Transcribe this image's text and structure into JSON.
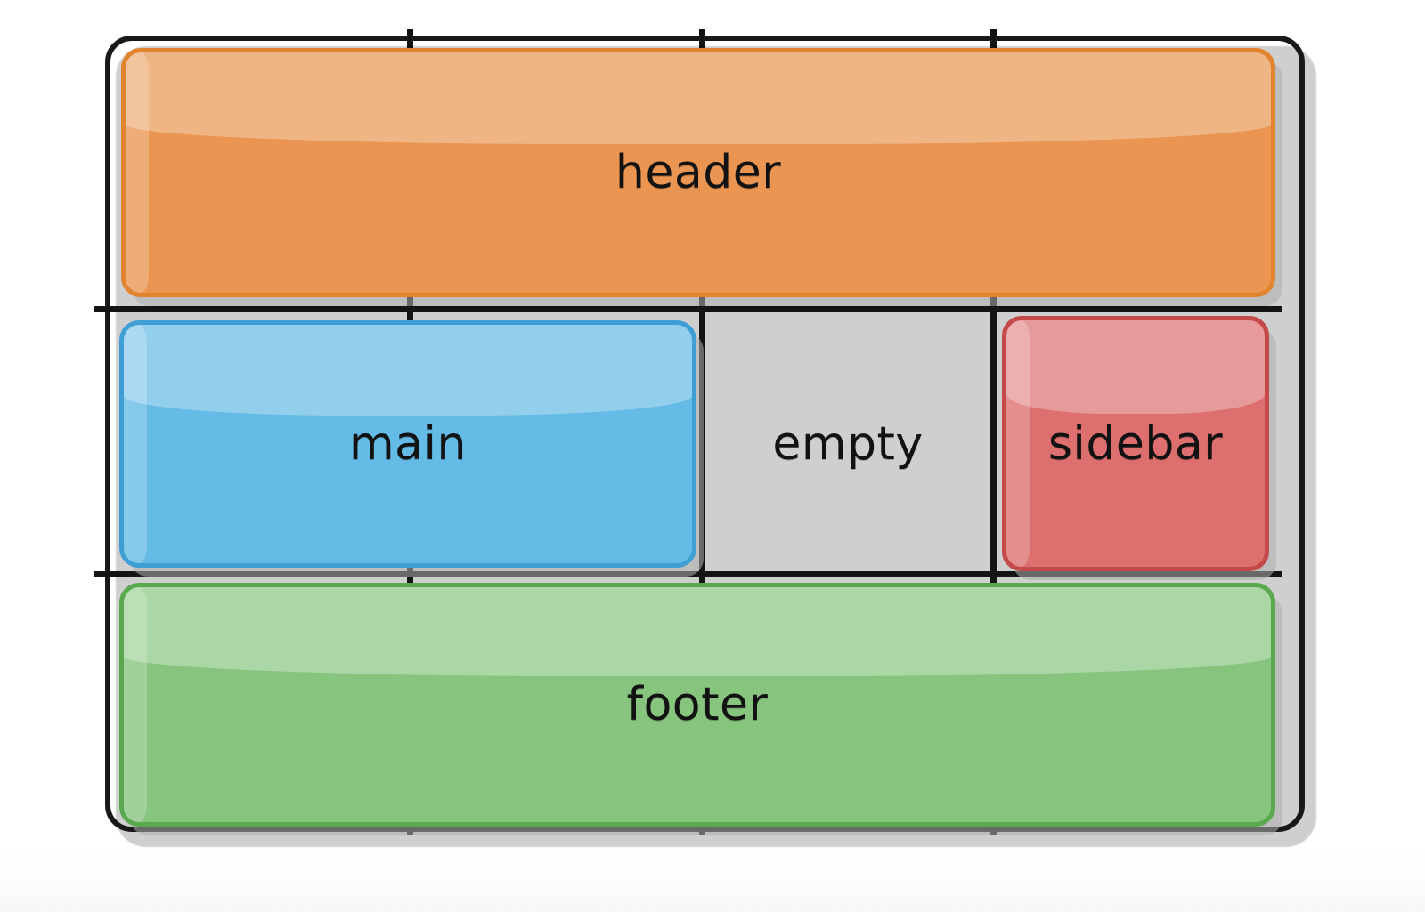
{
  "diagram": {
    "type": "css-grid-layout-sketch",
    "style": "hand-drawn",
    "background_color": "#ffffff",
    "frame": {
      "border_color": "#141414",
      "shadow_color": "#cfcfcf",
      "rows": 3,
      "columns": 4
    },
    "grid_lines": {
      "color": "#141414",
      "vertical_x": [
        460,
        788,
        1115
      ],
      "horizontal_y": [
        347,
        645
      ]
    },
    "areas": [
      {
        "id": "header",
        "label": "header",
        "fill": "#ea9551",
        "border": "#e2842f",
        "row": 1,
        "column_span": "1 / -1",
        "has_box": true
      },
      {
        "id": "main",
        "label": "main",
        "fill": "#64bbe5",
        "border": "#3f9fd4",
        "row": 2,
        "column_span": "1 / 3",
        "has_box": true
      },
      {
        "id": "empty",
        "label": "empty",
        "fill": "#ffffff",
        "border": "none",
        "row": 2,
        "column_span": "3 / 4",
        "has_box": false
      },
      {
        "id": "sidebar",
        "label": "sidebar",
        "fill": "#dd6f6f",
        "border": "#c44a4a",
        "row": 2,
        "column_span": "4 / 5",
        "has_box": true
      },
      {
        "id": "footer",
        "label": "footer",
        "fill": "#87c47e",
        "border": "#5aa94f",
        "row": 3,
        "column_span": "1 / -1",
        "has_box": true
      }
    ],
    "text_color": "#121212"
  }
}
